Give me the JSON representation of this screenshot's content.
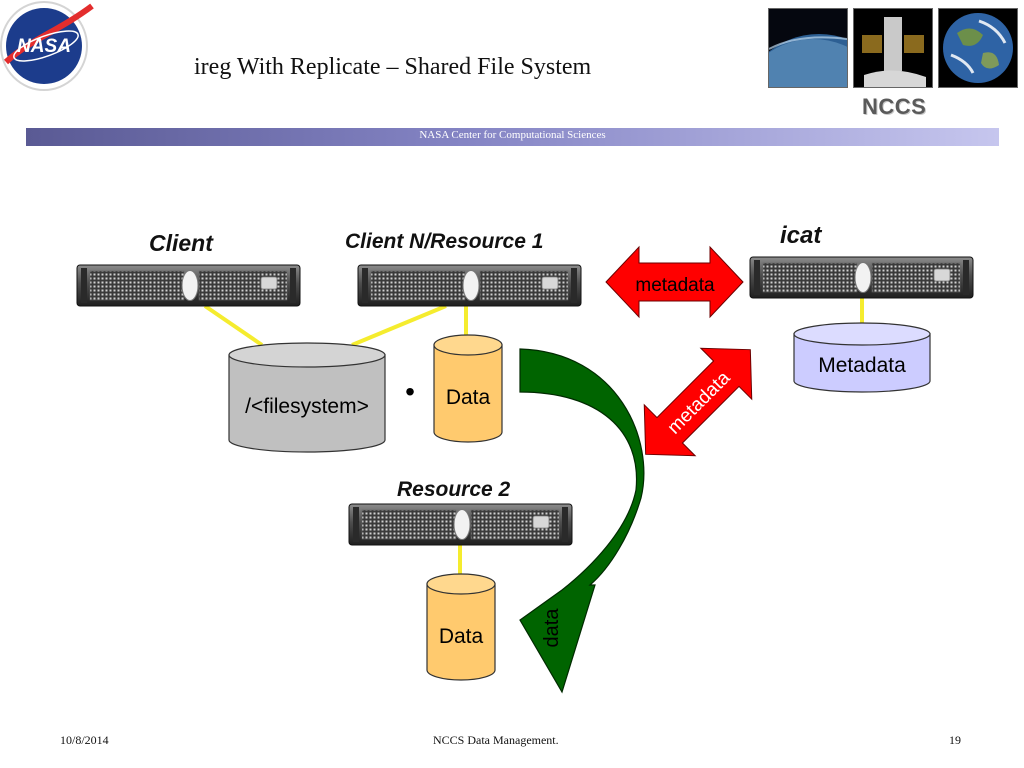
{
  "slide": {
    "title": "ireg With Replicate – Shared File System",
    "band_text": "NASA Center for Computational Sciences",
    "brand": "NCCS",
    "logo_text": "NASA"
  },
  "diagram": {
    "node_labels": {
      "client": "Client",
      "client_n": "Client N/Resource 1",
      "icat": "icat",
      "resource2": "Resource 2"
    },
    "stores": {
      "filesystem": "/<filesystem>",
      "data1": "Data",
      "data2": "Data",
      "metadata": "Metadata"
    },
    "arrows": {
      "metadata_h": "metadata",
      "metadata_diag": "metadata",
      "data_curve": "data"
    },
    "bullet": "•"
  },
  "colors": {
    "connector": "#f5ec2e",
    "arrow_red": "#ff0000",
    "arrow_green": "#006400",
    "fs_cylinder": "#c0c0c0",
    "data_cylinder": "#ffca6e",
    "metadata_cylinder": "#ccccff"
  },
  "footer": {
    "date": "10/8/2014",
    "center": "NCCS Data Management.",
    "page": "19"
  }
}
